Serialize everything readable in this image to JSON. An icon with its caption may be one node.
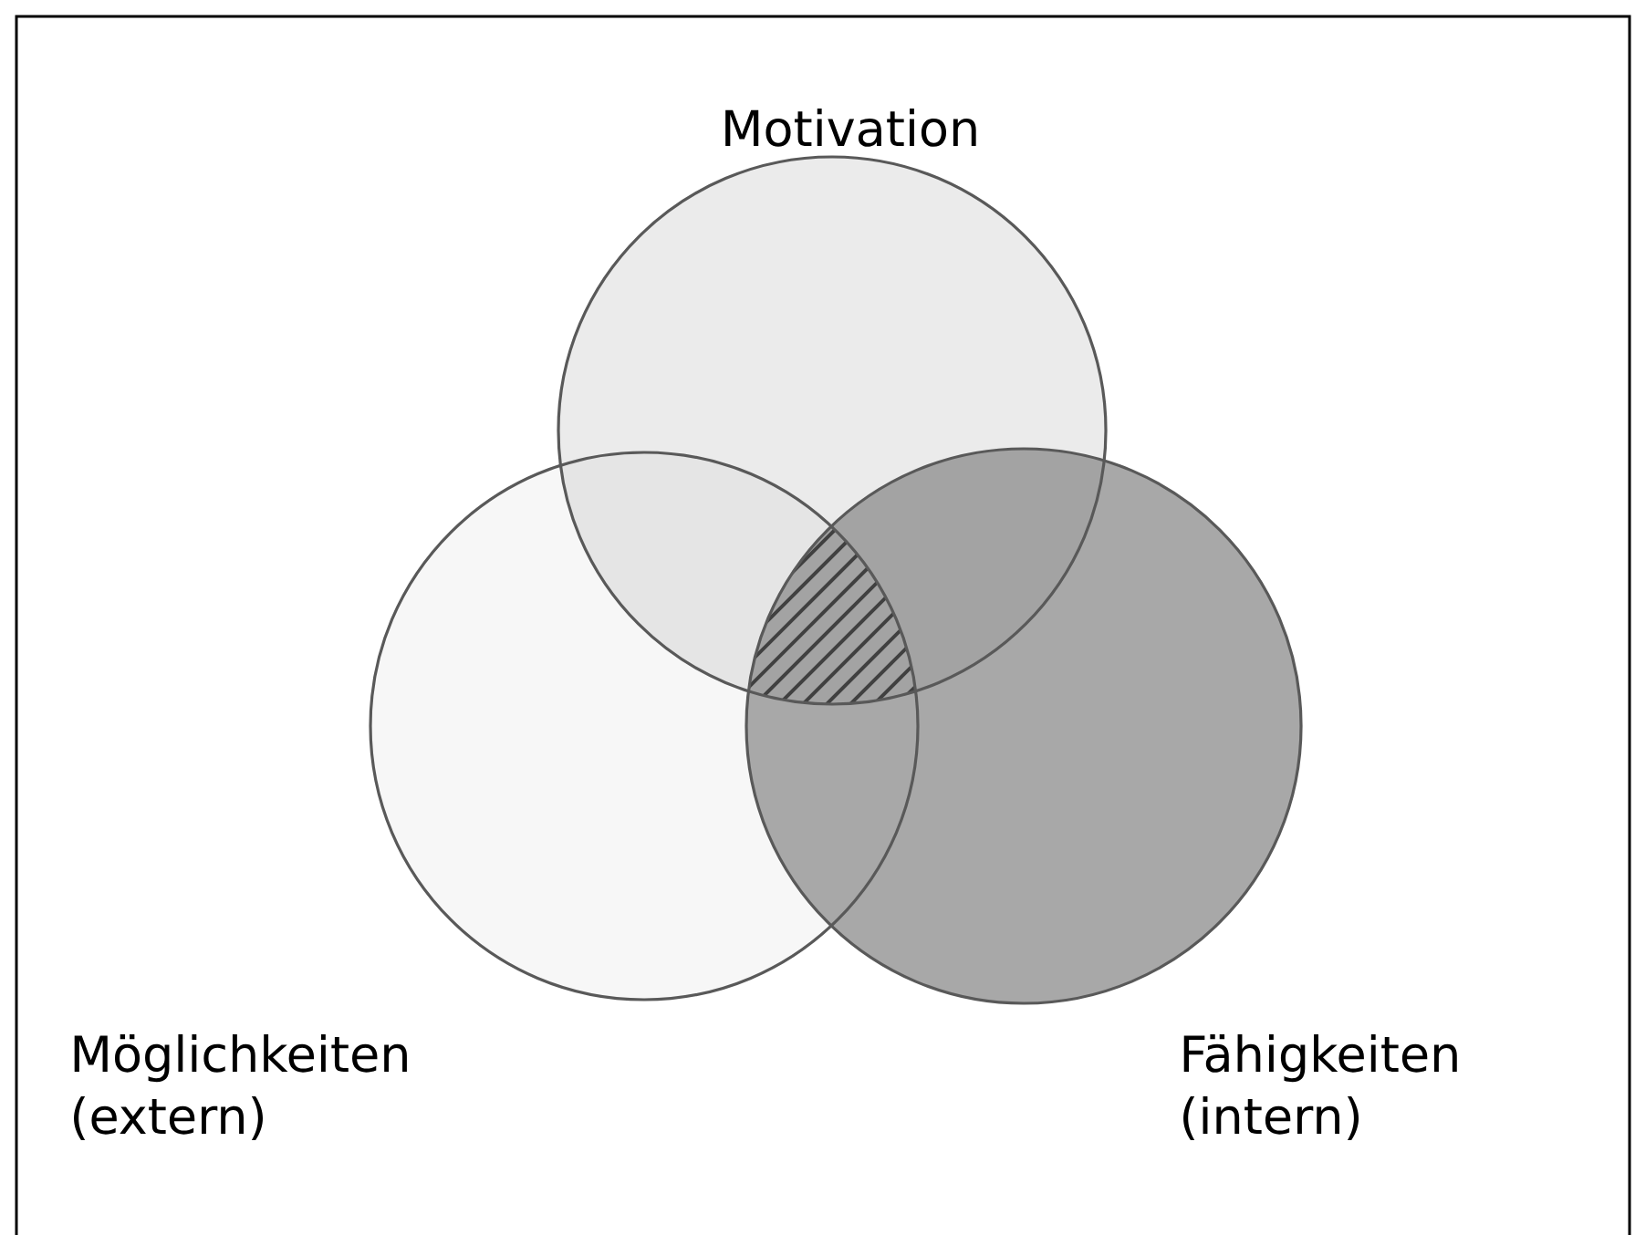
{
  "diagram": {
    "nodes": [
      {
        "text": [
          "Motivation"
        ]
      },
      {
        "text": [
          "Möglichkeiten (extern)"
        ]
      },
      {
        "text": [
          "Fähigkeiten (intern)"
        ]
      }
    ]
  }
}
